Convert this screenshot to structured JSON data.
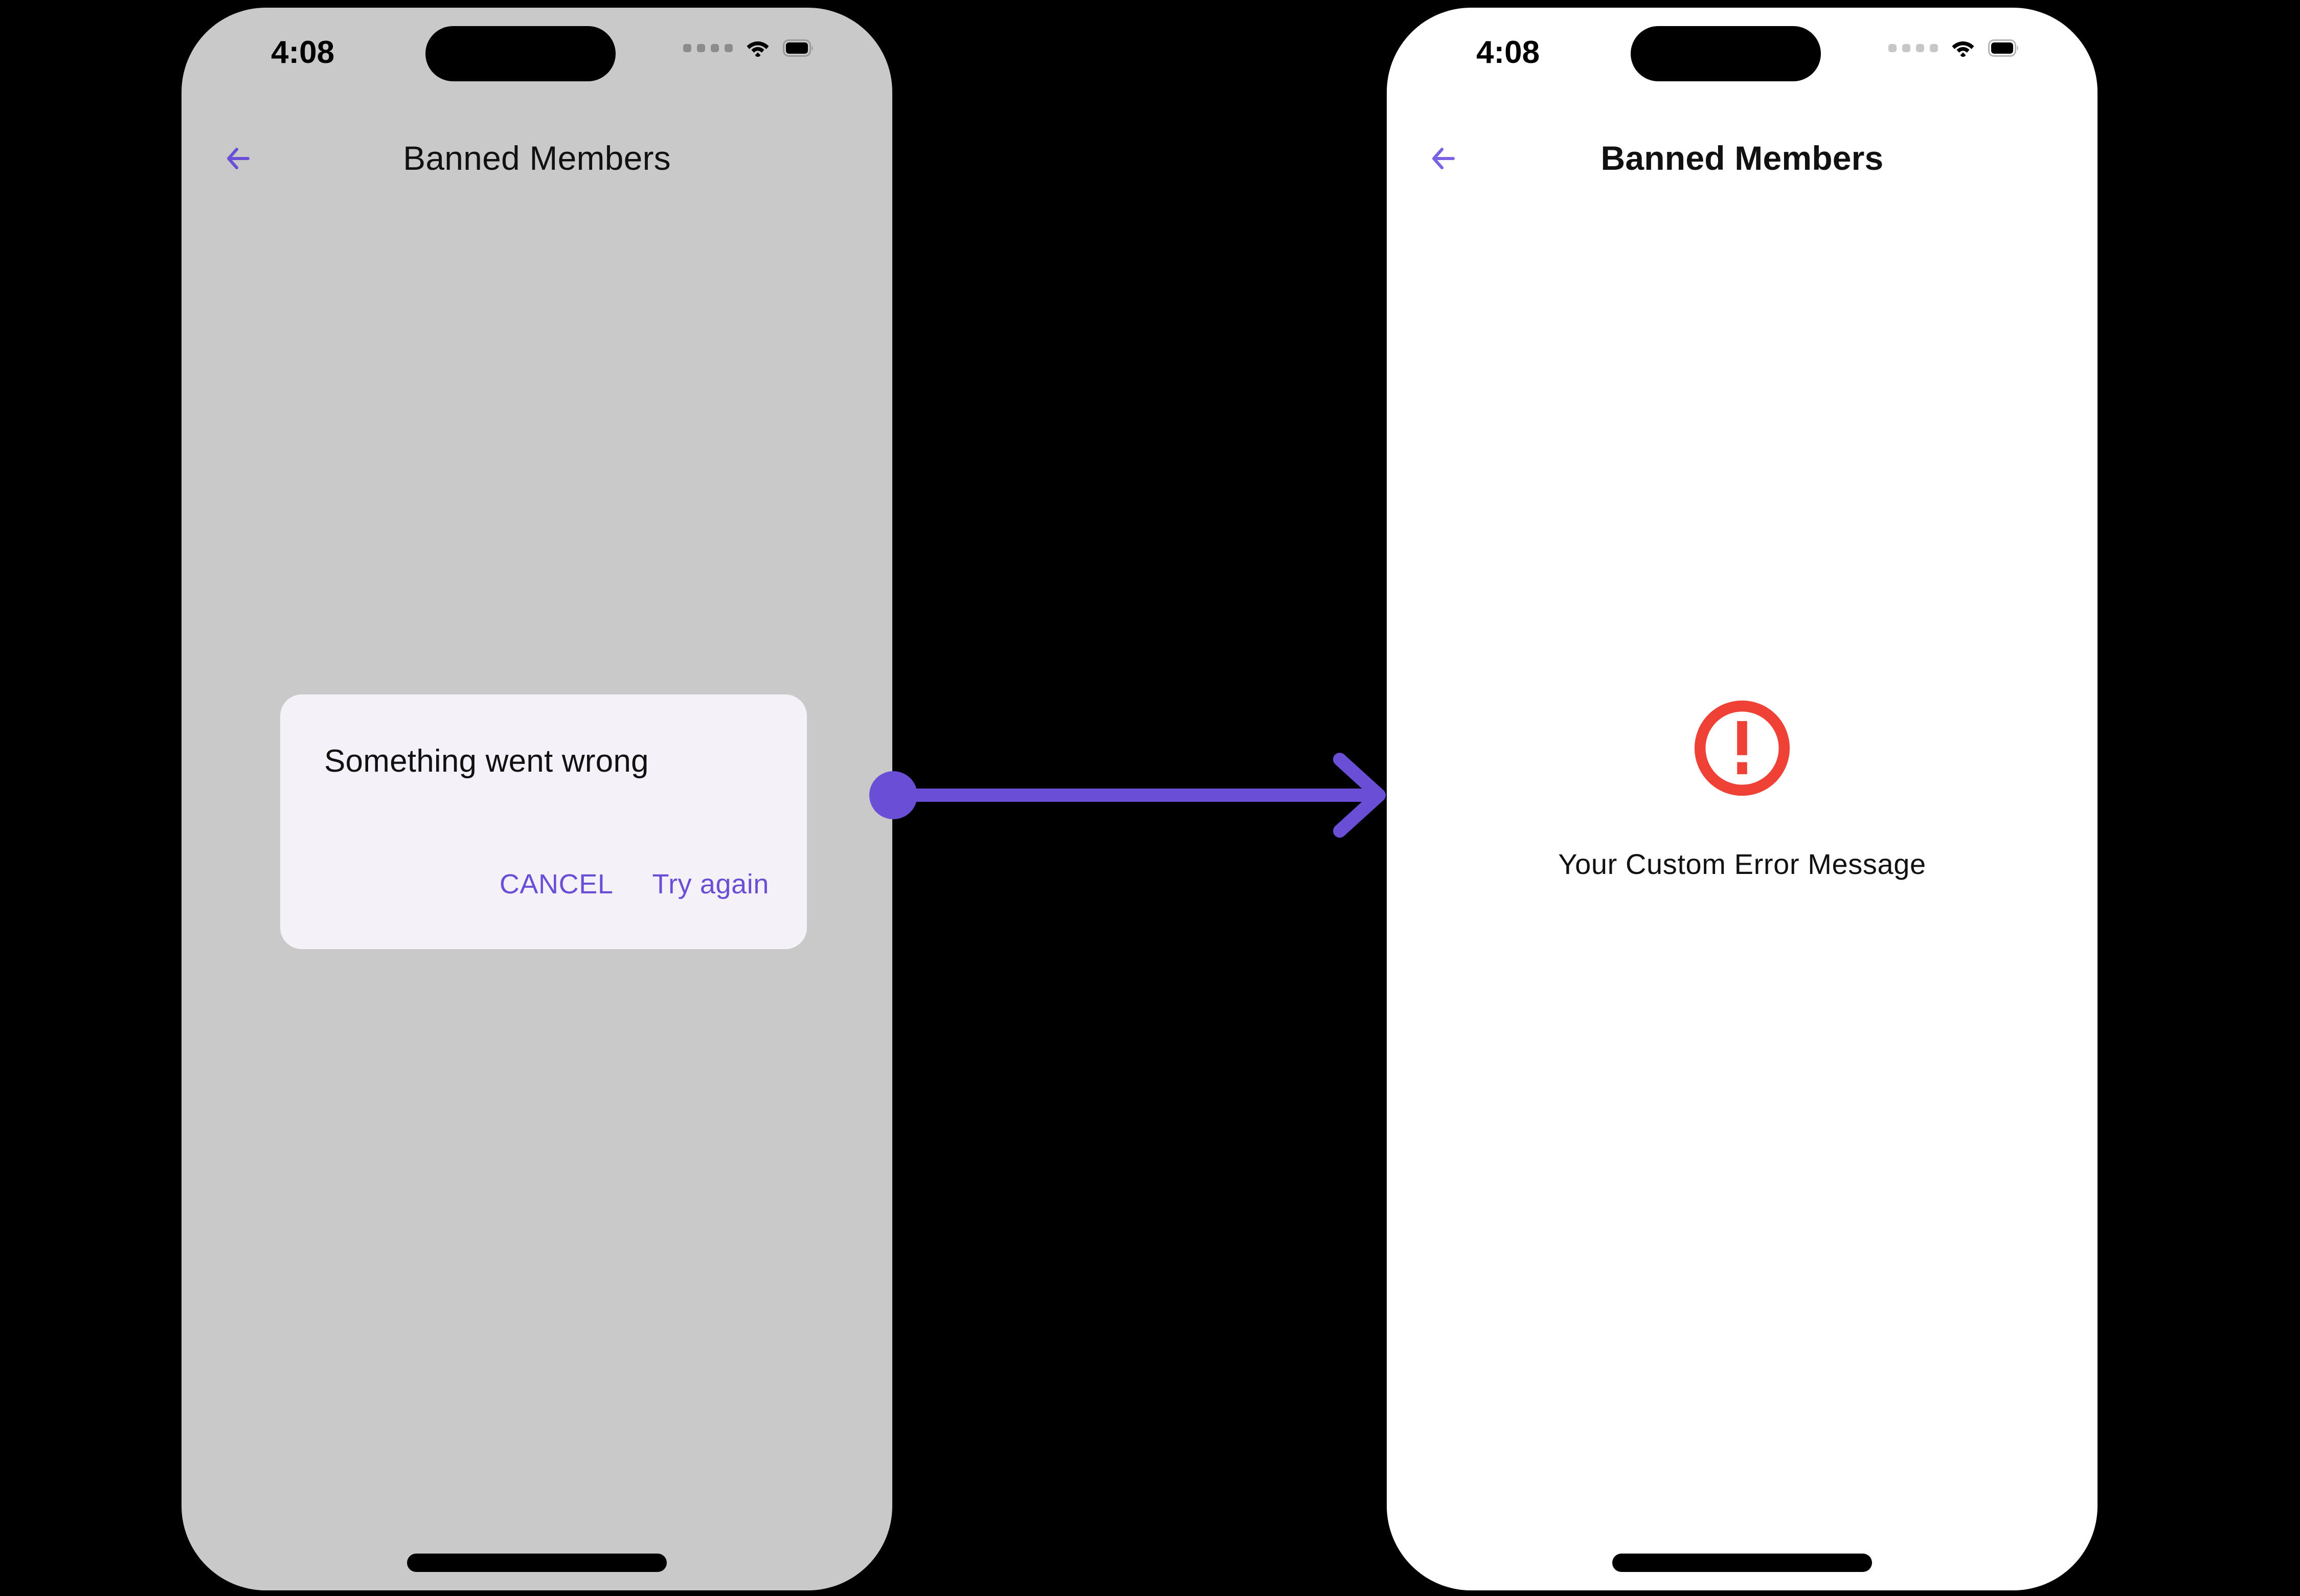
{
  "meta": {
    "accent_purple": "#6a4fd6",
    "error_red": "#ef4136",
    "left_screen_bg": "#c9c9c9",
    "right_screen_bg": "#ffffff",
    "dialog_bg": "#f4f1f8",
    "canvas_bg": "#000000"
  },
  "left_phone": {
    "status_bar": {
      "time": "4:08",
      "signal_icon": "signal-dots-icon",
      "wifi_icon": "wifi-icon",
      "battery_icon": "battery-icon",
      "dynamic_island": "dynamic-island"
    },
    "app_bar": {
      "back_icon": "back-arrow-icon",
      "title": "Banned Members"
    },
    "dialog": {
      "title": "Something went wrong",
      "cancel_label": "CANCEL",
      "retry_label": "Try again"
    },
    "home_indicator": "home-indicator"
  },
  "right_phone": {
    "status_bar": {
      "time": "4:08",
      "signal_icon": "signal-dots-icon",
      "wifi_icon": "wifi-icon",
      "battery_icon": "battery-icon",
      "dynamic_island": "dynamic-island"
    },
    "app_bar": {
      "back_icon": "back-arrow-icon",
      "title": "Banned Members"
    },
    "error_state": {
      "icon": "error-exclamation-circle-icon",
      "message": "Your Custom Error Message"
    },
    "home_indicator": "home-indicator"
  },
  "connector": {
    "icon": "flow-arrow-right-icon",
    "start_marker": "flow-start-dot",
    "color": "#6a4fd6"
  }
}
